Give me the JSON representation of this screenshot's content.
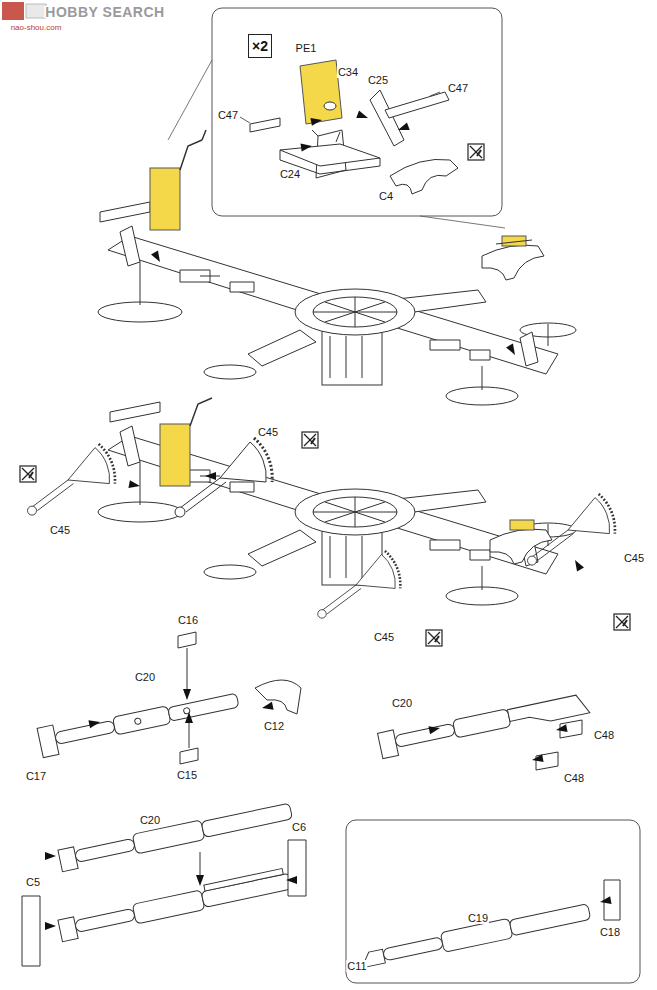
{
  "diagram": {
    "nodes": [
      {
        "text": [
          "×2"
        ]
      }
    ],
    "edges": [],
    "labels": [
      "HOBBY SEARCH",
      "nao-shou.com",
      "PE1",
      "C34",
      "C25",
      "C47",
      "C47",
      "C24",
      "C4",
      "C45",
      "C45",
      "C45",
      "C45",
      "C16",
      "C20",
      "C12",
      "C17",
      "C15",
      "C20",
      "C48",
      "C48",
      "C20",
      "C6",
      "C5",
      "C19",
      "C18",
      "C11"
    ]
  }
}
